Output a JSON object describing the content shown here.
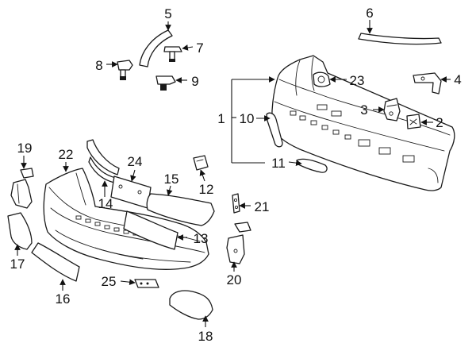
{
  "diagram": {
    "callouts": [
      "1",
      "2",
      "3",
      "4",
      "5",
      "6",
      "7",
      "8",
      "9",
      "10",
      "11",
      "12",
      "13",
      "14",
      "15",
      "16",
      "17",
      "18",
      "19",
      "20",
      "21",
      "22",
      "23",
      "24",
      "25"
    ]
  }
}
